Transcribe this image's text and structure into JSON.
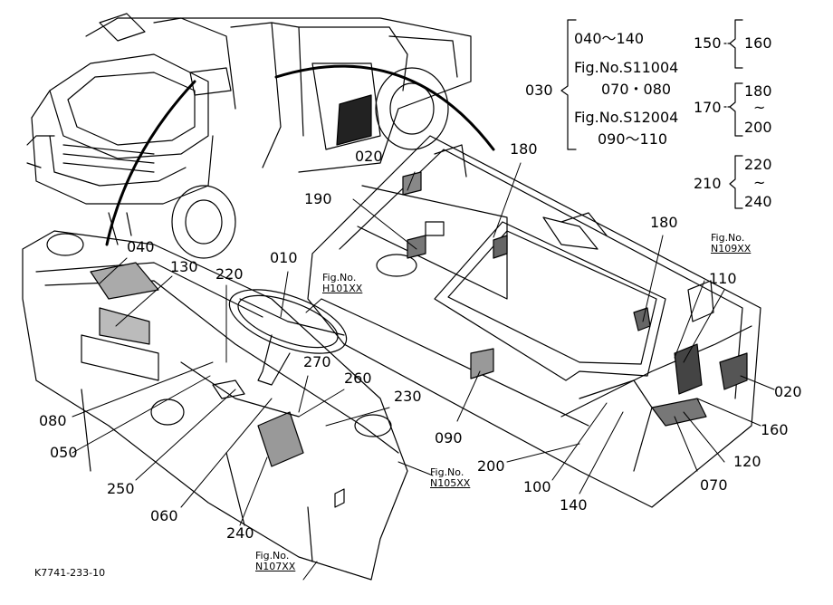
{
  "callouts": [
    {
      "id": "010",
      "text": "010"
    },
    {
      "id": "020a",
      "text": "020"
    },
    {
      "id": "020b",
      "text": "020"
    },
    {
      "id": "040",
      "text": "040"
    },
    {
      "id": "050",
      "text": "050"
    },
    {
      "id": "060",
      "text": "060"
    },
    {
      "id": "070",
      "text": "070"
    },
    {
      "id": "080",
      "text": "080"
    },
    {
      "id": "090",
      "text": "090"
    },
    {
      "id": "100",
      "text": "100"
    },
    {
      "id": "110",
      "text": "110"
    },
    {
      "id": "120",
      "text": "120"
    },
    {
      "id": "130",
      "text": "130"
    },
    {
      "id": "140",
      "text": "140"
    },
    {
      "id": "160",
      "text": "160"
    },
    {
      "id": "180a",
      "text": "180"
    },
    {
      "id": "180b",
      "text": "180"
    },
    {
      "id": "190",
      "text": "190"
    },
    {
      "id": "200",
      "text": "200"
    },
    {
      "id": "220",
      "text": "220"
    },
    {
      "id": "230",
      "text": "230"
    },
    {
      "id": "240",
      "text": "240"
    },
    {
      "id": "250",
      "text": "250"
    },
    {
      "id": "260",
      "text": "260"
    },
    {
      "id": "270",
      "text": "270"
    }
  ],
  "figure_refs": {
    "h101": {
      "line1": "Fig.No.",
      "line2": "H101XX"
    },
    "n105": {
      "line1": "Fig.No.",
      "line2": "N105XX"
    },
    "n107": {
      "line1": "Fig.No.",
      "line2": "N107XX"
    },
    "n109": {
      "line1": "Fig.No.",
      "line2": "N109XX"
    }
  },
  "legend": {
    "g030": {
      "parent": "030",
      "row1": "040～140",
      "row2": "Fig.No.S11004",
      "row3": "070・080",
      "row4": "Fig.No.S12004",
      "row5": "090～110"
    },
    "g150": {
      "parent": "150",
      "child": "160"
    },
    "g170": {
      "parent": "170",
      "top": "180",
      "tilde": "~",
      "bottom": "200"
    },
    "g210": {
      "parent": "210",
      "top": "220",
      "tilde": "~",
      "bottom": "240"
    }
  },
  "drawing_code": "K7741-233-10"
}
